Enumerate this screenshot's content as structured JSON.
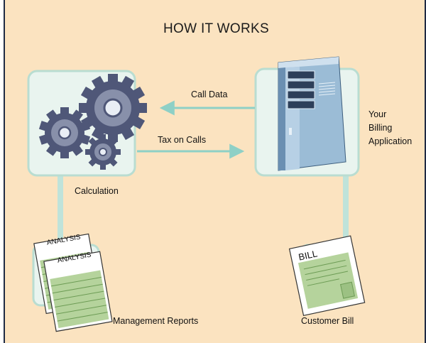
{
  "title": "HOW IT WORKS",
  "labels": {
    "call_data": "Call Data",
    "tax_on_calls": "Tax on Calls",
    "calculation": "Calculation",
    "billing_line1": "Your",
    "billing_line2": "Billing",
    "billing_line3": "Application",
    "management_reports": "Management Reports",
    "customer_bill": "Customer Bill"
  },
  "doc_labels": {
    "analysis": "ANALYSIS",
    "bill": "BILL"
  },
  "colors": {
    "background": "#fbe3c0",
    "panel": "#e9f4ef",
    "panel_border": "#b9ddd1",
    "arrow": "#8ed0c6",
    "gear": "#4f5778",
    "server": "#9bbcd6",
    "paper_green": "#b5d39c"
  }
}
